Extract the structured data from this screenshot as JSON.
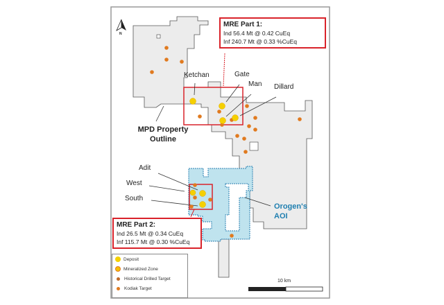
{
  "north_label": "N",
  "mre_part1": {
    "title": "MRE Part 1:",
    "ind": "Ind 56.4 Mt @ 0.42 CuEq",
    "inf": "Inf 240.7 Mt @ 0.33 %CuEq"
  },
  "mre_part2": {
    "title": "MRE Part 2:",
    "ind": "Ind 26.5 Mt @ 0.34 CuEq",
    "inf": "Inf 115.7 Mt @ 0.30 %CuEq"
  },
  "labels": {
    "ketchan": "Ketchan",
    "gate": "Gate",
    "man": "Man",
    "dillard": "Dillard",
    "adit": "Adit",
    "west": "West",
    "south": "South",
    "property_1": "MPD Property",
    "property_2": "Outline",
    "aoi_1": "Orogen's",
    "aoi_2": "AOI"
  },
  "legend": [
    "Deposit",
    "Mineralized Zone",
    "Historical Drilled Target",
    "Kodiak Target"
  ],
  "scale": "10 km",
  "colors": {
    "deposit": "#f5d000",
    "target": "#e07a1f",
    "box": "#d9222a",
    "aoi": "#bfe3ee",
    "aoi_text": "#1f7fb0",
    "property": "#ededed"
  }
}
